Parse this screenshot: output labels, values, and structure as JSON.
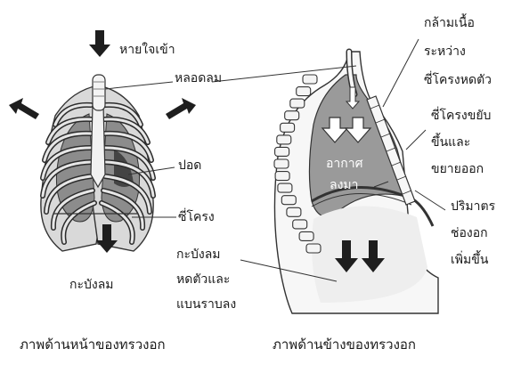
{
  "front": {
    "inhale": "หายใจเข้า",
    "trachea": "หลอดลม",
    "lung": "ปอด",
    "ribs": "ซี่โครง",
    "diaphragm": "กะบังลม",
    "caption": "ภาพด้านหน้าของทรวงอก"
  },
  "side": {
    "intercostal": [
      "กล้ามเนื้อ",
      "ระหว่าง",
      "ซี่โครงหดตัว"
    ],
    "ribs_move": [
      "ซี่โครงขยับ",
      "ขึ้นและ",
      "ขยายออก"
    ],
    "volume": [
      "ปริมาตร",
      "ช่องอก",
      "เพิ่มขึ้น"
    ],
    "air": [
      "อากาศ",
      "ลงมา"
    ],
    "diaphragm": [
      "กะบังลม",
      "หดตัวและ",
      "แบนราบลง"
    ],
    "caption": "ภาพด้านข้างของทรวงอก"
  }
}
